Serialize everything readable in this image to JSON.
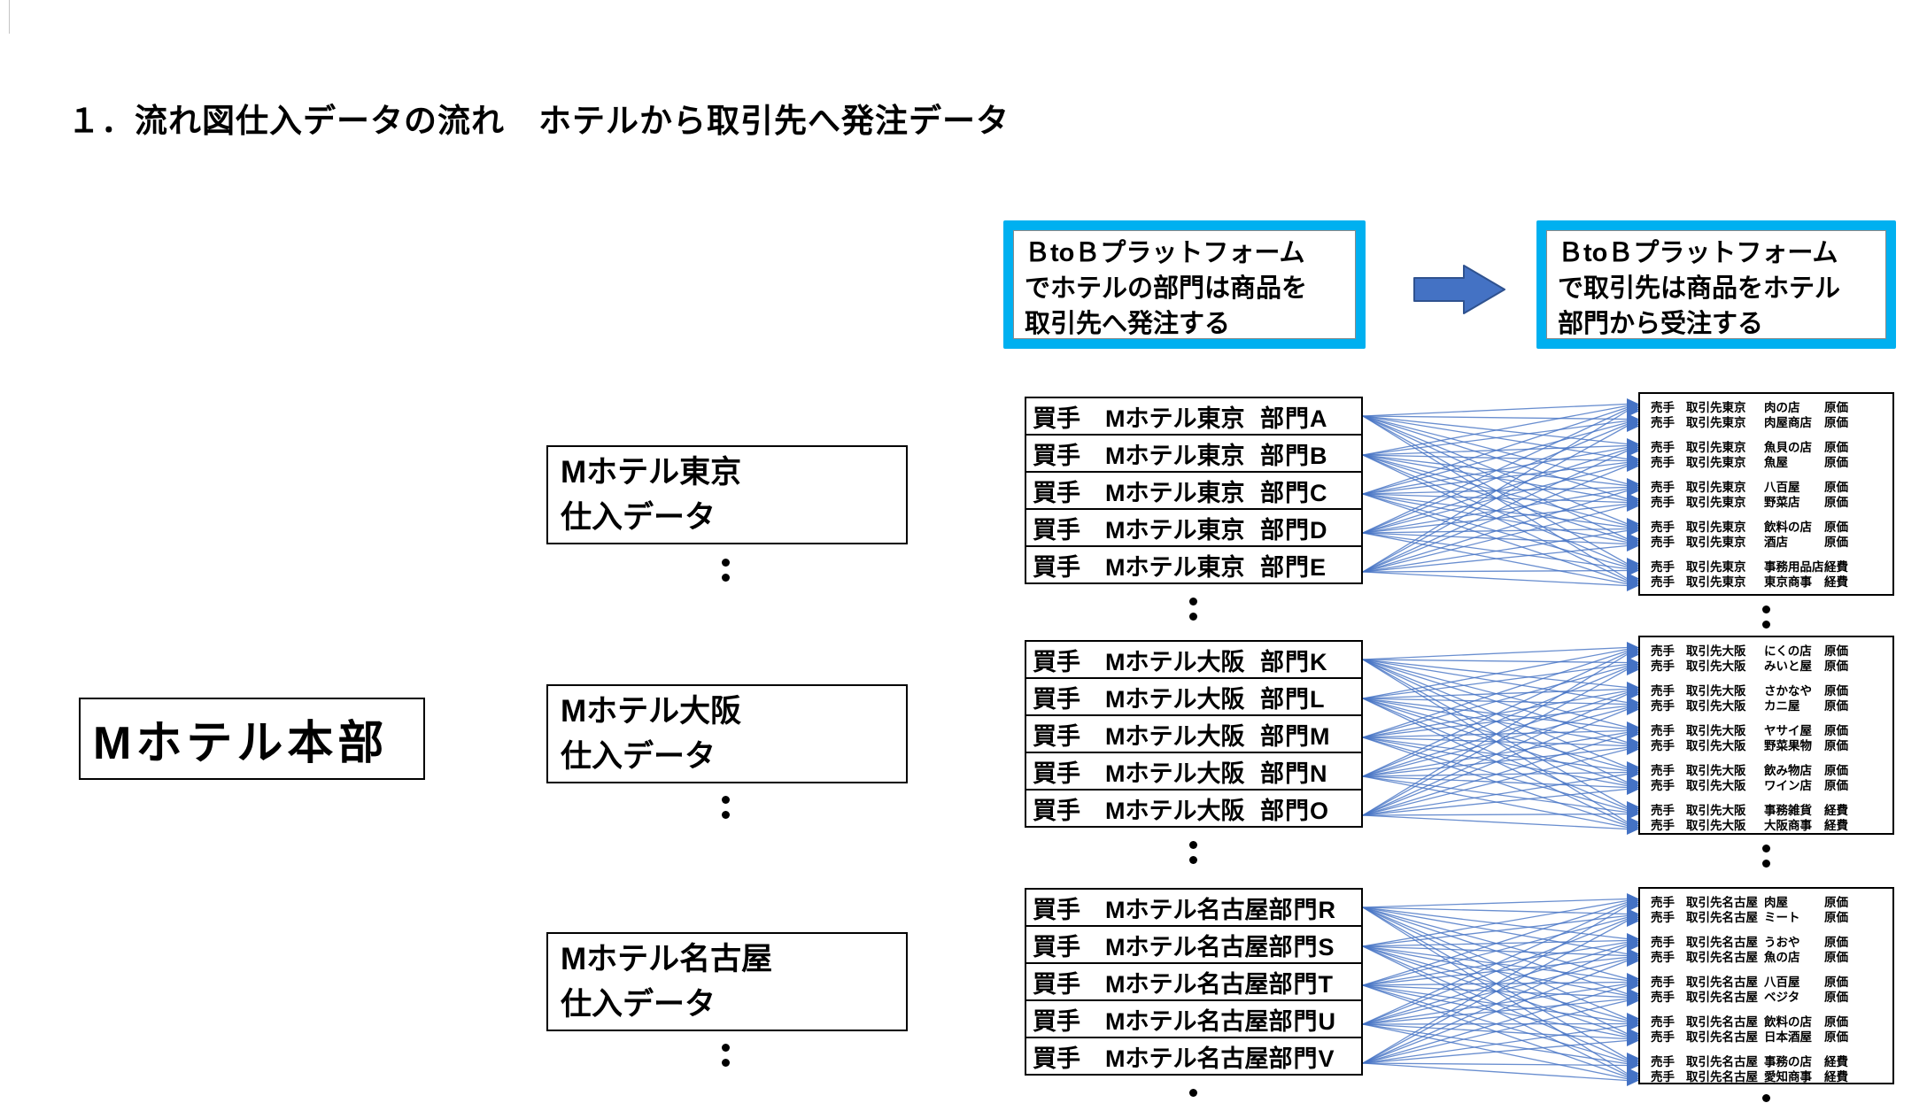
{
  "title": "１．流れ図仕入データの流れ　ホテルから取引先へ発注データ",
  "callout_order": {
    "lines": [
      "ＢtoＢプラットフォーム",
      "でホテルの部門は商品を",
      "取引先へ発注する"
    ]
  },
  "callout_receive": {
    "lines": [
      "ＢtoＢプラットフォーム",
      "で取引先は商品をホテル",
      "部門から受注する"
    ]
  },
  "headquarters_label": "Mホテル本部",
  "hotel_data_boxes": [
    {
      "name": "Mホテル東京",
      "caption": "仕入データ"
    },
    {
      "name": "Mホテル大阪",
      "caption": "仕入データ"
    },
    {
      "name": "Mホテル名古屋",
      "caption": "仕入データ"
    }
  ],
  "buyer_role": "買手",
  "seller_role": "売手",
  "buyer_groups": [
    {
      "hotel": "Mホテル東京",
      "departments": [
        "部門A",
        "部門B",
        "部門C",
        "部門D",
        "部門E"
      ]
    },
    {
      "hotel": "Mホテル大阪",
      "departments": [
        "部門K",
        "部門L",
        "部門M",
        "部門N",
        "部門O"
      ]
    },
    {
      "hotel": "Mホテル名古屋",
      "departments": [
        "部門R",
        "部門S",
        "部門T",
        "部門U",
        "部門V"
      ]
    }
  ],
  "seller_groups": [
    {
      "region": "取引先東京",
      "pairs": [
        [
          {
            "vendor": "肉の店",
            "type": "原価"
          },
          {
            "vendor": "肉屋商店",
            "type": "原価"
          }
        ],
        [
          {
            "vendor": "魚貝の店",
            "type": "原価"
          },
          {
            "vendor": "魚屋",
            "type": "原価"
          }
        ],
        [
          {
            "vendor": "八百屋",
            "type": "原価"
          },
          {
            "vendor": "野菜店",
            "type": "原価"
          }
        ],
        [
          {
            "vendor": "飲料の店",
            "type": "原価"
          },
          {
            "vendor": "酒店",
            "type": "原価"
          }
        ],
        [
          {
            "vendor": "事務用品店",
            "type": "経費"
          },
          {
            "vendor": "東京商事",
            "type": "経費"
          }
        ]
      ]
    },
    {
      "region": "取引先大阪",
      "pairs": [
        [
          {
            "vendor": "にくの店",
            "type": "原価"
          },
          {
            "vendor": "みいと屋",
            "type": "原価"
          }
        ],
        [
          {
            "vendor": "さかなや",
            "type": "原価"
          },
          {
            "vendor": "カニ屋",
            "type": "原価"
          }
        ],
        [
          {
            "vendor": "ヤサイ屋",
            "type": "原価"
          },
          {
            "vendor": "野菜果物",
            "type": "原価"
          }
        ],
        [
          {
            "vendor": "飲み物店",
            "type": "原価"
          },
          {
            "vendor": "ワイン店",
            "type": "原価"
          }
        ],
        [
          {
            "vendor": "事務雑貨",
            "type": "経費"
          },
          {
            "vendor": "大阪商事",
            "type": "経費"
          }
        ]
      ]
    },
    {
      "region": "取引先名古屋",
      "pairs": [
        [
          {
            "vendor": "肉屋",
            "type": "原価"
          },
          {
            "vendor": "ミート",
            "type": "原価"
          }
        ],
        [
          {
            "vendor": "うおや",
            "type": "原価"
          },
          {
            "vendor": "魚の店",
            "type": "原価"
          }
        ],
        [
          {
            "vendor": "八百屋",
            "type": "原価"
          },
          {
            "vendor": "ベジタ",
            "type": "原価"
          }
        ],
        [
          {
            "vendor": "飲料の店",
            "type": "原価"
          },
          {
            "vendor": "日本酒屋",
            "type": "原価"
          }
        ],
        [
          {
            "vendor": "事務の店",
            "type": "経費"
          },
          {
            "vendor": "愛知商事",
            "type": "経費"
          }
        ]
      ]
    }
  ],
  "colors": {
    "callout_border": "#00B0F0",
    "arrow_fill": "#4472C4",
    "arrow_stroke": "#2F528F",
    "connector_line": "#4472C4"
  }
}
